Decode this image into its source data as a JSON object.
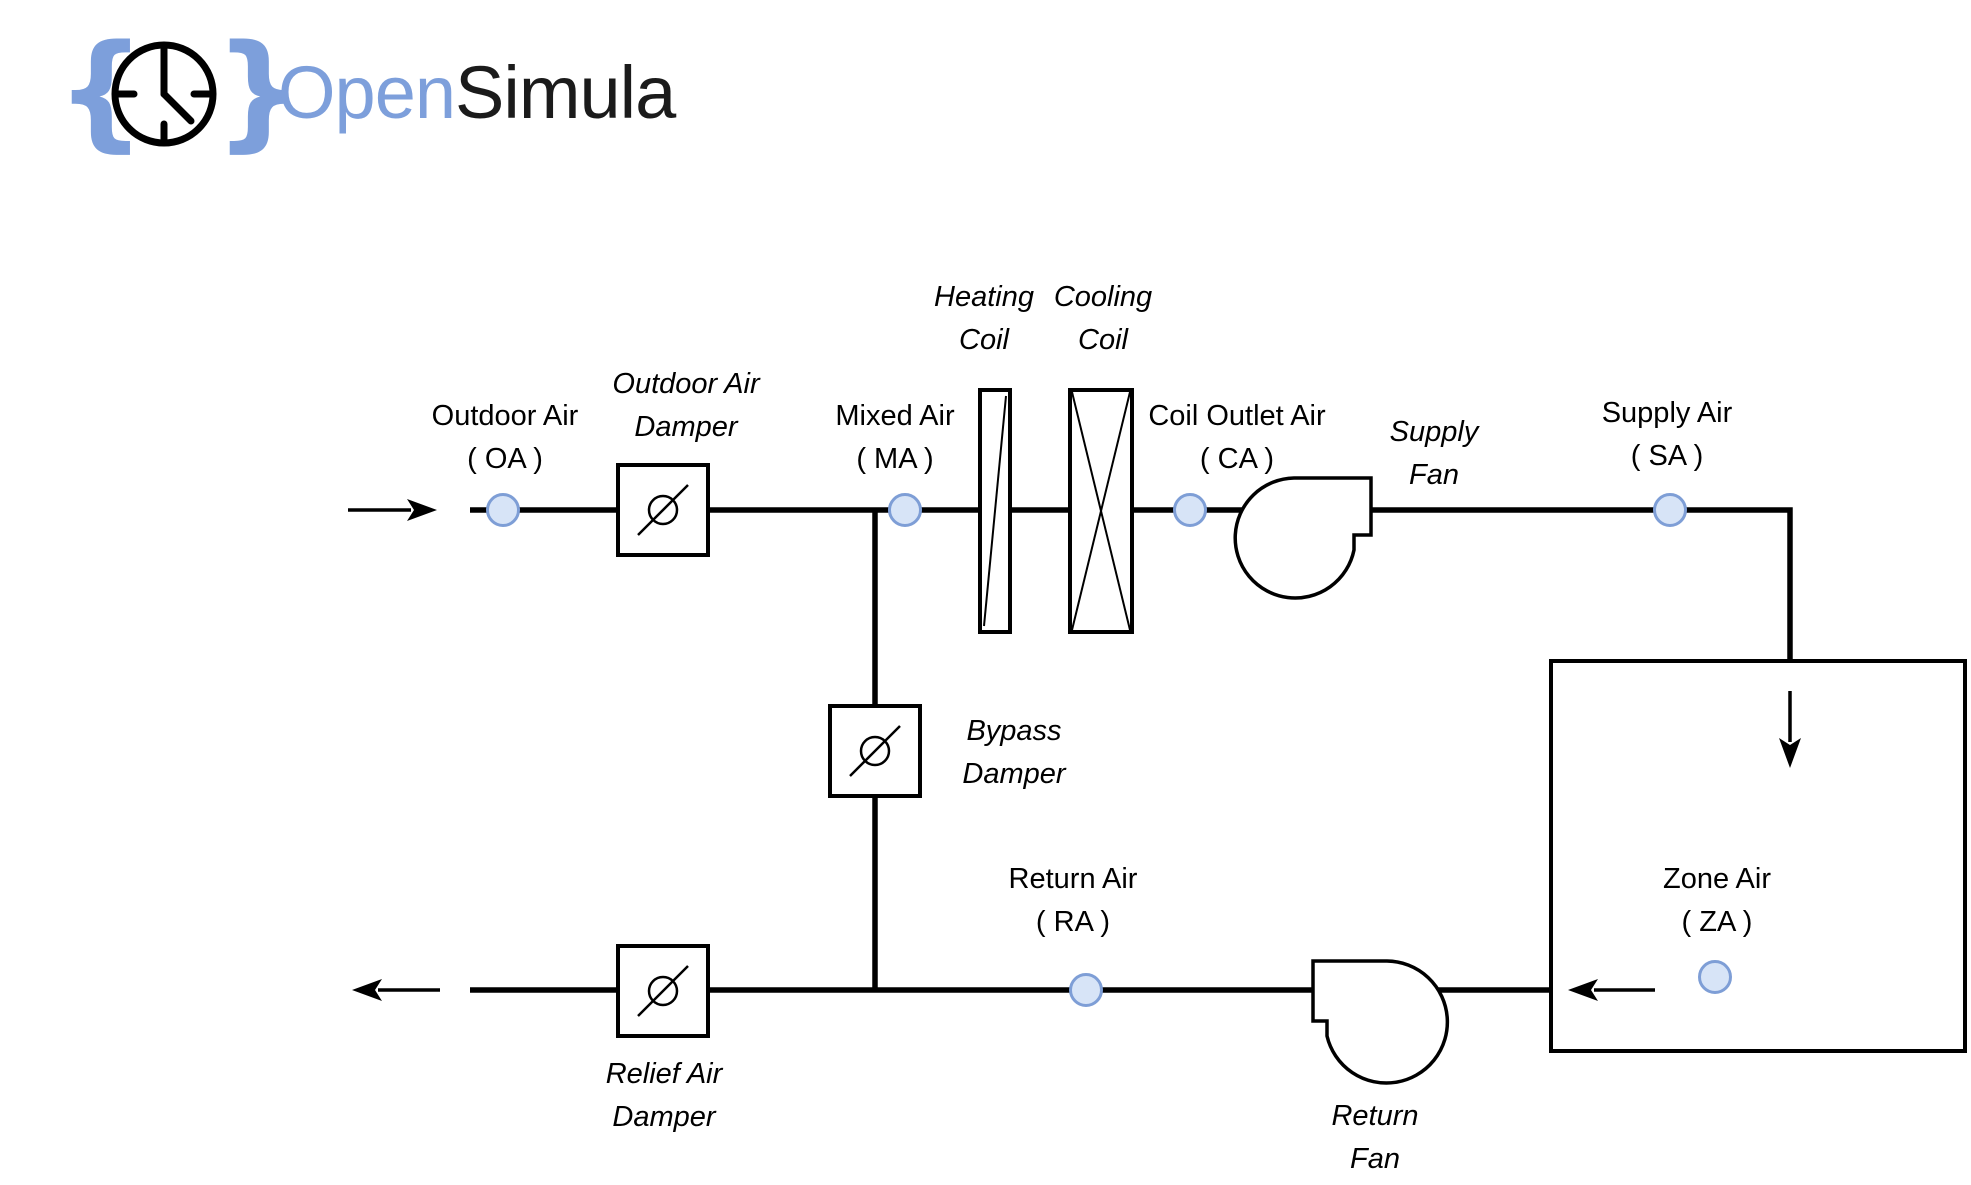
{
  "logo": {
    "brace_left": "{",
    "brace_right": "}",
    "open": "Open",
    "simula": "Simula"
  },
  "colors": {
    "brand_blue": "#7D9FDB",
    "node_fill": "#D7E4F7",
    "node_stroke": "#7E9ED6",
    "diagram_line": "#000000"
  },
  "stations": {
    "outdoor_air": {
      "name": "Outdoor Air",
      "code": "( OA )"
    },
    "mixed_air": {
      "name": "Mixed Air",
      "code": "( MA )"
    },
    "coil_outlet_air": {
      "name": "Coil Outlet Air",
      "code": "( CA )"
    },
    "supply_air": {
      "name": "Supply Air",
      "code": "( SA )"
    },
    "zone_air": {
      "name": "Zone Air",
      "code": "( ZA )"
    },
    "return_air": {
      "name": "Return Air",
      "code": "( RA )"
    }
  },
  "components": {
    "outdoor_air_damper": {
      "line1": "Outdoor Air",
      "line2": "Damper"
    },
    "heating_coil": {
      "line1": "Heating",
      "line2": "Coil"
    },
    "cooling_coil": {
      "line1": "Cooling",
      "line2": "Coil"
    },
    "supply_fan": {
      "line1": "Supply",
      "line2": "Fan"
    },
    "bypass_damper": {
      "line1": "Bypass",
      "line2": "Damper"
    },
    "relief_air_damper": {
      "line1": "Relief Air",
      "line2": "Damper"
    },
    "return_fan": {
      "line1": "Return",
      "line2": "Fan"
    }
  }
}
